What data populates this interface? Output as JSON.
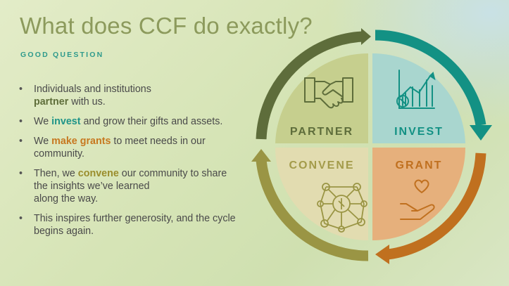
{
  "slide": {
    "title": "What does CCF do exactly?",
    "subtitle": "GOOD QUESTION"
  },
  "bullets": [
    {
      "before": "Individuals and institutions",
      "line2_kw": "partner",
      "after": " with us.",
      "kw_color": "green"
    },
    {
      "before": "We ",
      "kw": "invest",
      "after": " and grow their gifts and assets.",
      "kw_color": "teal"
    },
    {
      "before": "We ",
      "kw": "make grants",
      "after": " to meet needs in our community.",
      "kw_color": "orange"
    },
    {
      "before": "Then, we ",
      "kw": "convene",
      "after": " our community to share the insights we’ve learned",
      "line3": "along the way.",
      "kw_color": "olive"
    },
    {
      "text": "This inspires further generosity, and the cycle begins again."
    }
  ],
  "cycle": {
    "quadrants": [
      {
        "label": "PARTNER",
        "icon": "handshake-icon"
      },
      {
        "label": "INVEST",
        "icon": "growth-chart-icon"
      },
      {
        "label": "GRANT",
        "icon": "heart-in-hand-icon"
      },
      {
        "label": "CONVENE",
        "icon": "network-icon"
      }
    ]
  },
  "colors": {
    "title": "#8c9a5c",
    "subtitle": "#2f9a8c",
    "partner_fill": "#c6cf8e",
    "partner_arc": "#5e6d3b",
    "invest_fill": "#a9d6cf",
    "invest_arc": "#139184",
    "grant_fill": "#e6b07c",
    "grant_arc": "#c0701f",
    "convene_fill": "#e2dcb0",
    "convene_arc": "#9a9544"
  }
}
